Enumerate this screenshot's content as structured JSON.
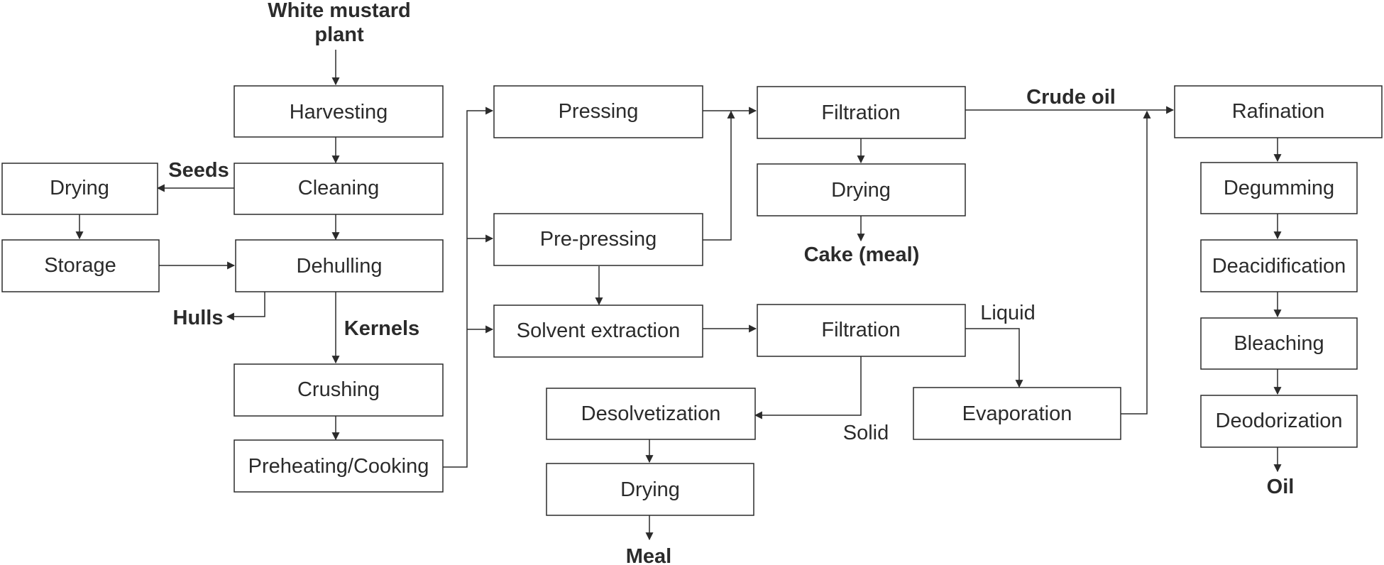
{
  "nodes": {
    "harvesting": "Harvesting",
    "cleaning": "Cleaning",
    "drying_left": "Drying",
    "storage": "Storage",
    "dehulling": "Dehulling",
    "crushing": "Crushing",
    "preheating": "Preheating/Cooking",
    "pressing": "Pressing",
    "prepressing": "Pre-pressing",
    "solvent": "Solvent extraction",
    "filtration_top": "Filtration",
    "drying_cake": "Drying",
    "filtration_mid": "Filtration",
    "desolvetization": "Desolvetization",
    "drying_meal": "Drying",
    "evaporation": "Evaporation",
    "rafination": "Rafination",
    "degumming": "Degumming",
    "deacidification": "Deacidification",
    "bleaching": "Bleaching",
    "deodorization": "Deodorization"
  },
  "labels": {
    "source_line1": "White mustard",
    "source_line2": "plant",
    "seeds": "Seeds",
    "hulls": "Hulls",
    "kernels": "Kernels",
    "crude_oil": "Crude oil",
    "cake": "Cake (meal)",
    "liquid": "Liquid",
    "solid": "Solid",
    "meal": "Meal",
    "oil": "Oil"
  }
}
